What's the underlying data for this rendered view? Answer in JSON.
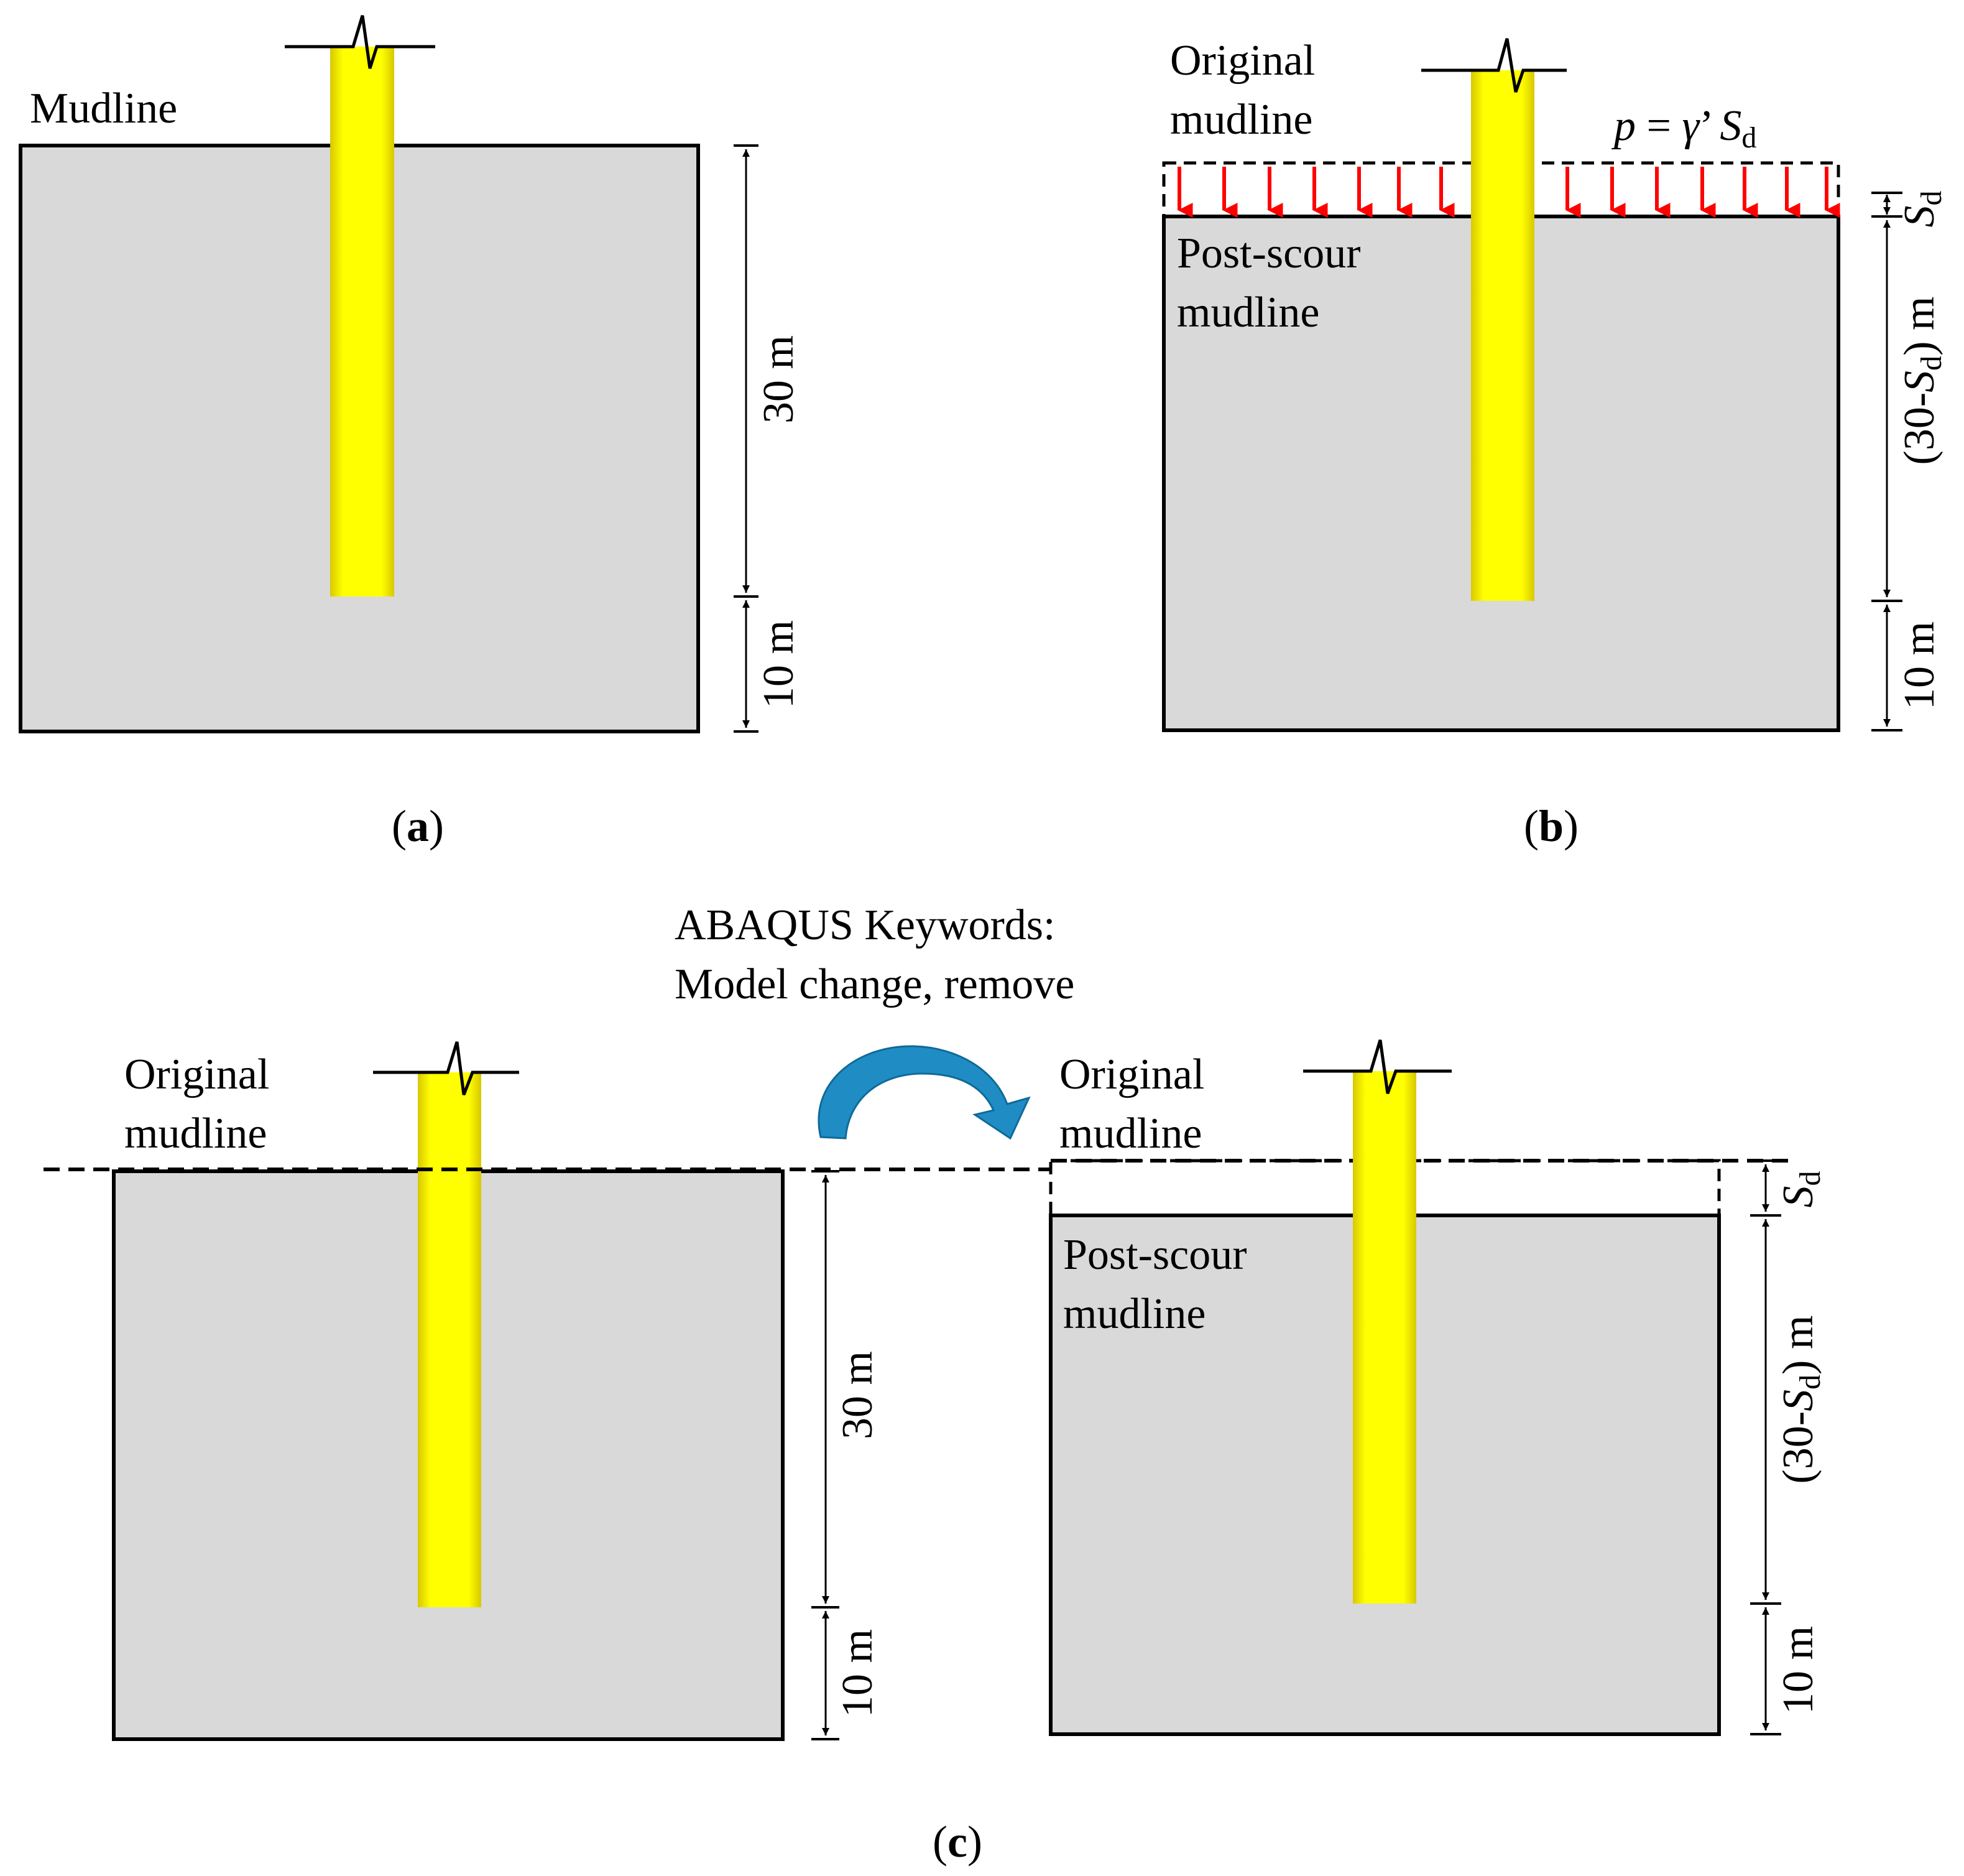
{
  "panels": {
    "a": {
      "caption_open": "(",
      "caption_letter": "a",
      "caption_close": ")",
      "mudline": "Mudline",
      "dim_30": "30 m",
      "dim_10": "10 m"
    },
    "b": {
      "caption_open": "(",
      "caption_letter": "b",
      "caption_close": ")",
      "original_l1": "Original",
      "original_l2": "mudline",
      "postscour_l1": "Post-scour",
      "postscour_l2": "mudline",
      "pressure_p": "p",
      "pressure_eq": " = ",
      "pressure_gamma": "γ",
      "pressure_prime": "’",
      "pressure_S": "S",
      "pressure_sub": "d",
      "dim_sd_S": "S",
      "dim_sd_sub": "d",
      "dim_30sd_pre": "(30-",
      "dim_30sd_S": "S",
      "dim_30sd_sub": "d",
      "dim_30sd_post": ") m",
      "dim_10": "10 m"
    },
    "c": {
      "caption_open": "(",
      "caption_letter": "c",
      "caption_close": ")",
      "keywords_l1": "ABAQUS Keywords:",
      "keywords_l2": "Model change, remove",
      "left_original_l1": "Original",
      "left_original_l2": "mudline",
      "left_dim_30": "30 m",
      "left_dim_10": "10 m",
      "right_original_l1": "Original",
      "right_original_l2": "mudline",
      "right_postscour_l1": "Post-scour",
      "right_postscour_l2": "mudline",
      "dim_sd_S": "S",
      "dim_sd_sub": "d",
      "dim_30sd_pre": "(30-",
      "dim_30sd_S": "S",
      "dim_30sd_sub": "d",
      "dim_30sd_post": ") m",
      "dim_10": "10 m"
    }
  },
  "colors": {
    "soil": "#d9d9d9",
    "pile": "#ffff00",
    "pile_edge": "#d4c600",
    "arrow_red": "#ff0000",
    "curved_arrow": "#1f8dc4"
  }
}
